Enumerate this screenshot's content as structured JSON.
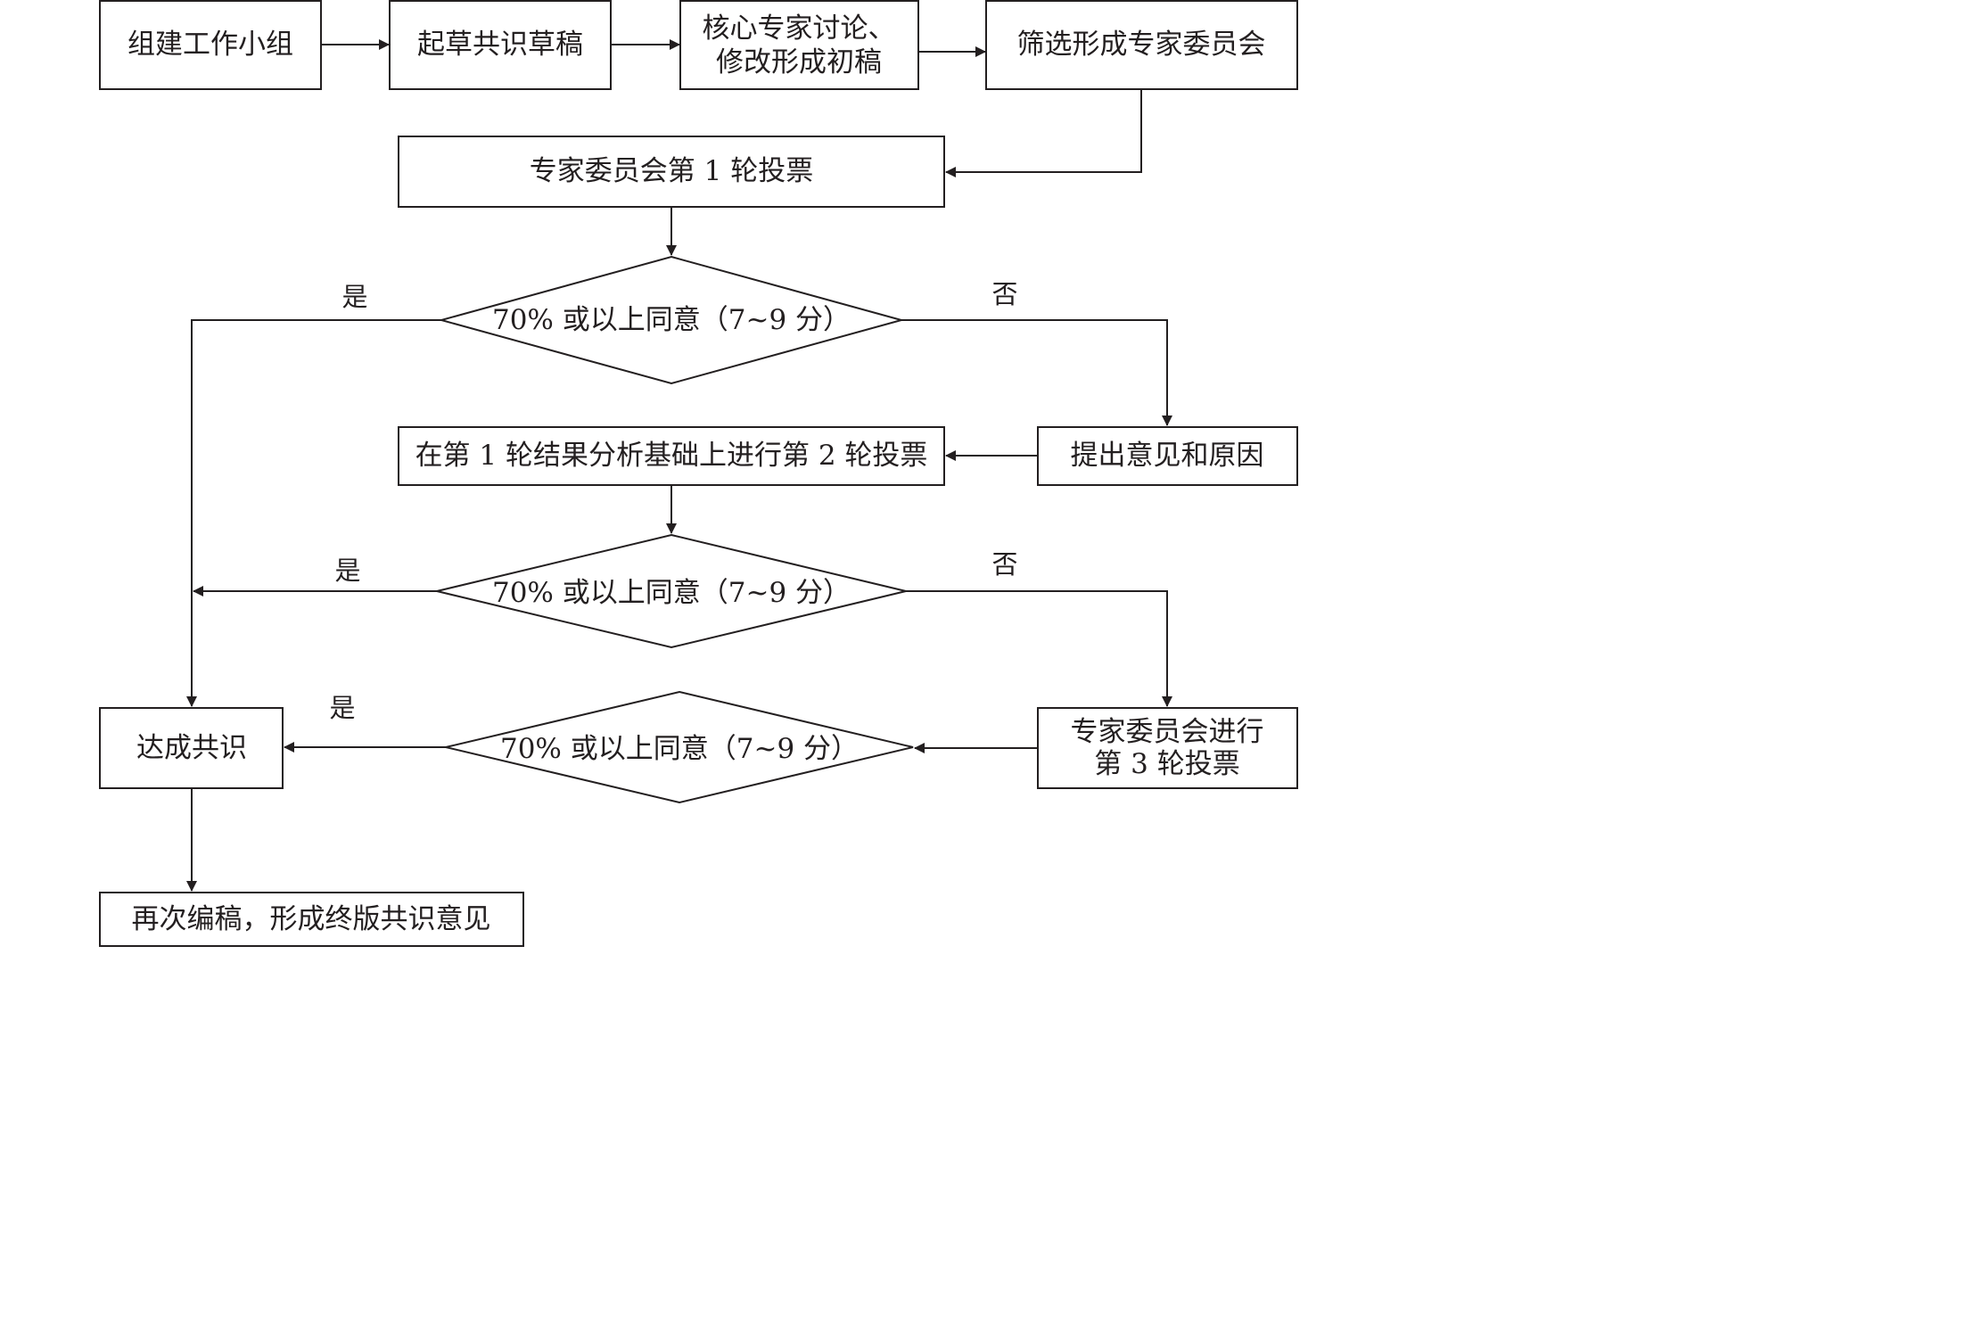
{
  "nodes": {
    "form_team": "组建工作小组",
    "draft": "起草共识草稿",
    "core_discuss_1": "核心专家讨论、",
    "core_discuss_2": "修改形成初稿",
    "form_committee": "筛选形成专家委员会",
    "vote_round1": "专家委员会第 1 轮投票",
    "decision_1": "70% 或以上同意（7~9 分）",
    "reasons": "提出意见和原因",
    "vote_round2": "在第 1 轮结果分析基础上进行第 2 轮投票",
    "decision_2": "70% 或以上同意（7~9 分）",
    "vote_round3_1": "专家委员会进行",
    "vote_round3_2": "第 3 轮投票",
    "decision_3": "70% 或以上同意（7~9 分）",
    "consensus": "达成共识",
    "final": "再次编稿，形成终版共识意见"
  },
  "labels": {
    "yes_1": "是",
    "no_1": "否",
    "yes_2": "是",
    "no_2": "否",
    "yes_3": "是"
  }
}
